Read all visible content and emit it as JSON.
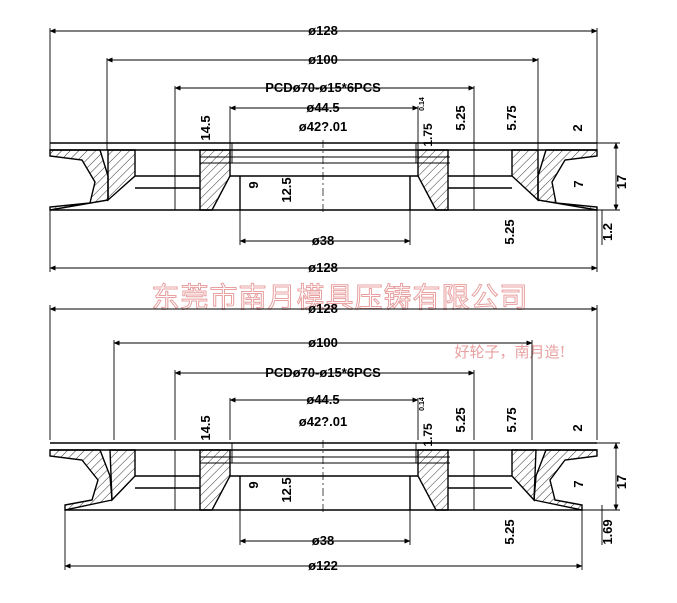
{
  "top": {
    "d_outer_top": "ø128",
    "d_100": "ø100",
    "pcd": "PCDø70-ø15*6PCS",
    "d_445": "ø44.5",
    "d_42": "ø42?.01",
    "d_38": "ø38",
    "d_outer_bottom": "ø128",
    "v_145": "14.5",
    "v_125": "12.5",
    "v_9": "9",
    "v_175": "1.75",
    "v_014": "0.14",
    "v_525a": "5.25",
    "v_575": "5.75",
    "v_525b": "5.25",
    "v_2": "2",
    "v_7": "7",
    "v_17": "17",
    "v_12": "1.2"
  },
  "bottom": {
    "d_outer_top": "ø128",
    "d_100": "ø100",
    "pcd": "PCDø70-ø15*6PCS",
    "d_445": "ø44.5",
    "d_42": "ø42?.01",
    "d_38": "ø38",
    "d_outer_bottom": "ø122",
    "v_145": "14.5",
    "v_125": "12.5",
    "v_9": "9",
    "v_175": "1.75",
    "v_014": "0.14",
    "v_525a": "5.25",
    "v_575": "5.75",
    "v_525b": "5.25",
    "v_2": "2",
    "v_7": "7",
    "v_17": "17",
    "v_169": "1.69"
  },
  "watermark": {
    "company": "东莞市南月模具压铸有限公司",
    "slogan": "好轮子，南月造!"
  }
}
